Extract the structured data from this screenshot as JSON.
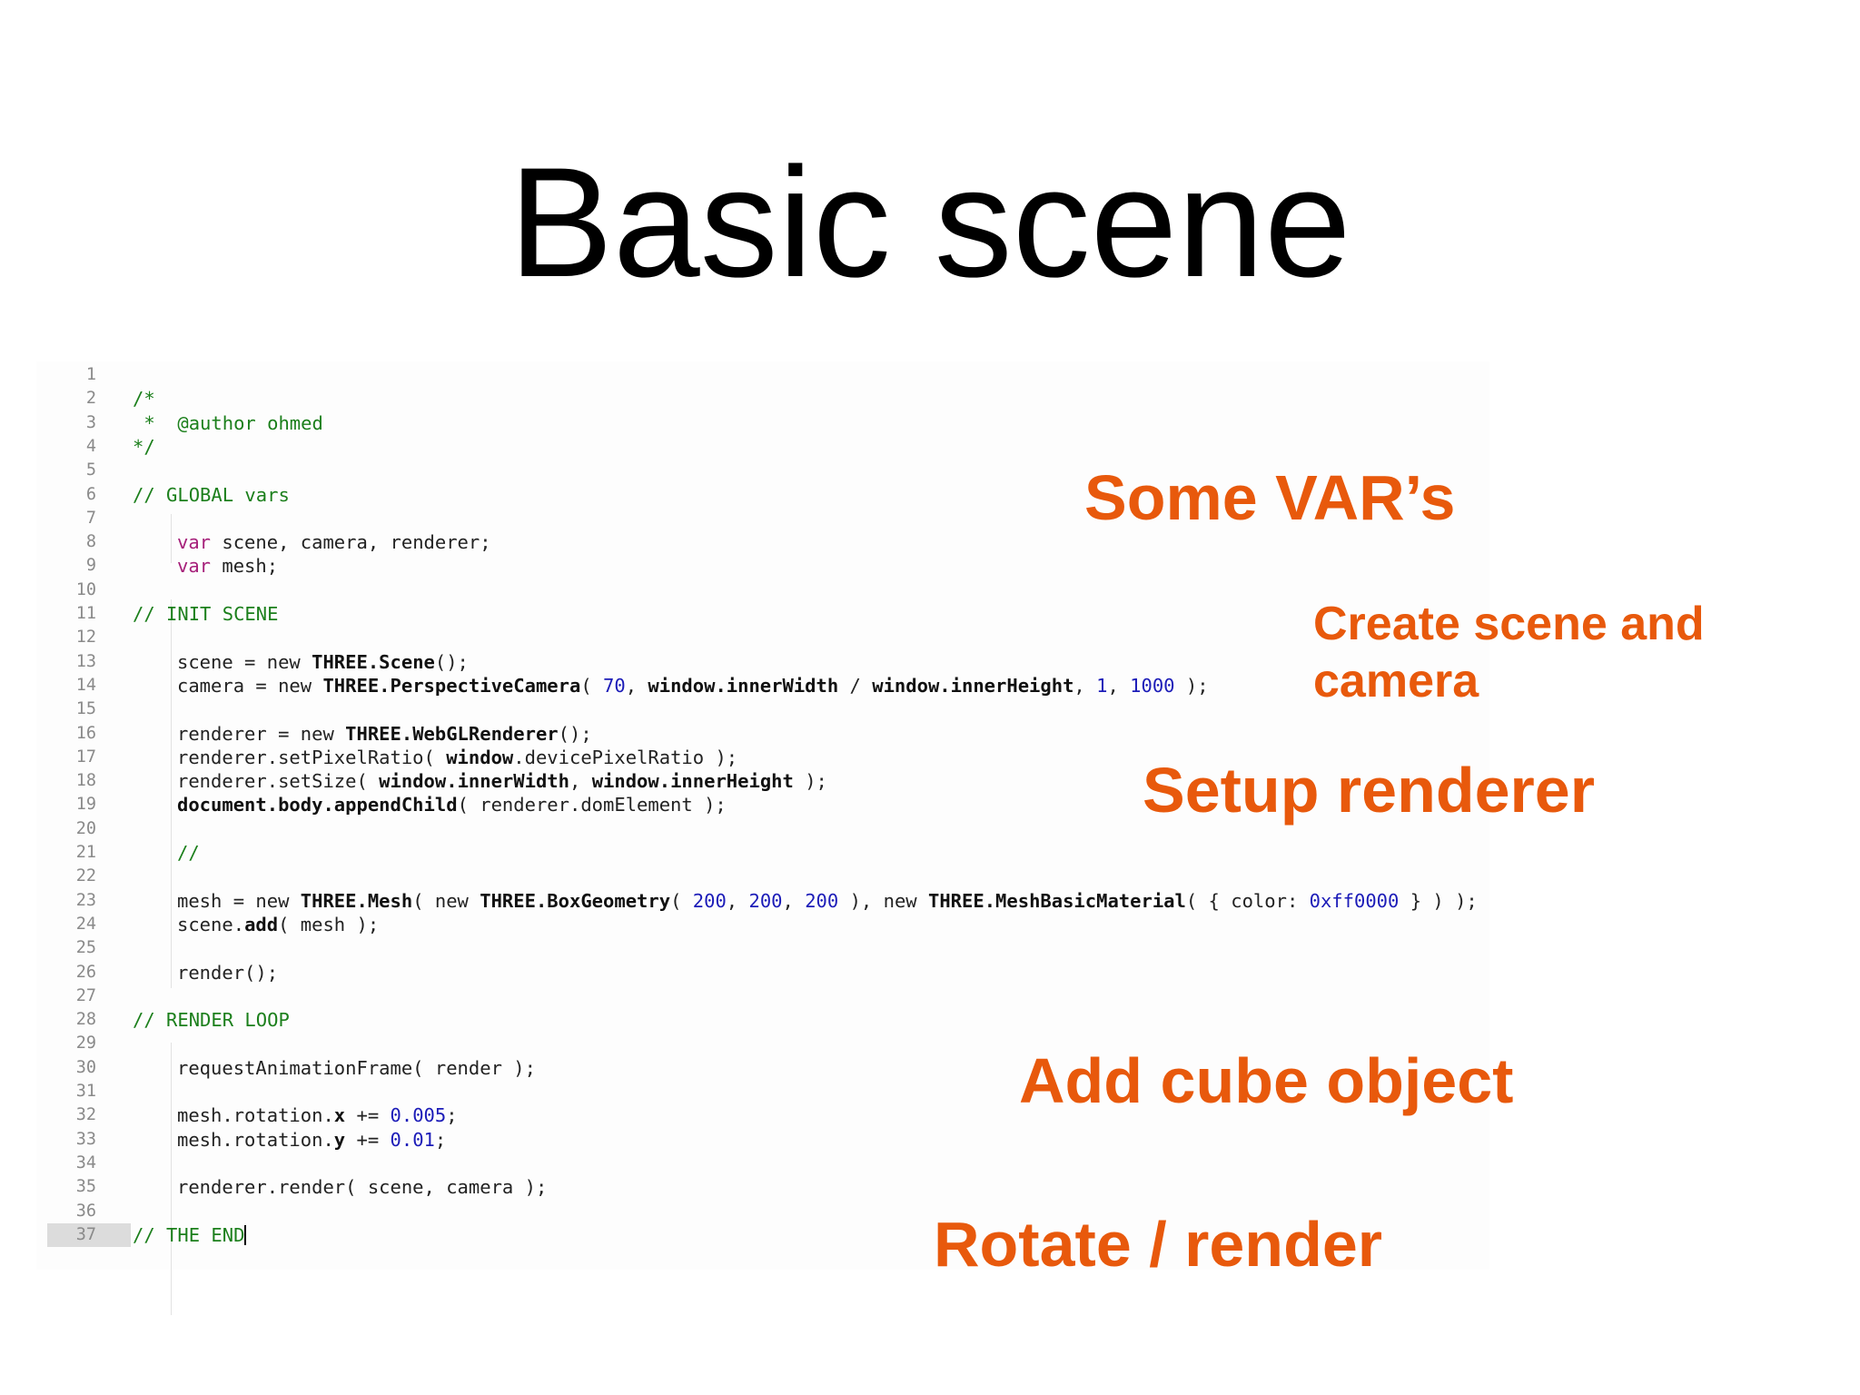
{
  "slide": {
    "title": "Basic scene"
  },
  "code": {
    "lines": [
      {
        "n": "1",
        "indent": 0,
        "tokens": []
      },
      {
        "n": "2",
        "indent": 0,
        "tokens": [
          {
            "t": "/*",
            "c": "c"
          }
        ]
      },
      {
        "n": "3",
        "indent": 0,
        "tokens": [
          {
            "t": " *  @author ohmed",
            "c": "c"
          }
        ]
      },
      {
        "n": "4",
        "indent": 0,
        "tokens": [
          {
            "t": "*/",
            "c": "c"
          }
        ]
      },
      {
        "n": "5",
        "indent": 0,
        "tokens": []
      },
      {
        "n": "6",
        "indent": 0,
        "tokens": [
          {
            "t": "// GLOBAL vars",
            "c": "c"
          }
        ]
      },
      {
        "n": "7",
        "indent": 0,
        "tokens": []
      },
      {
        "n": "8",
        "indent": 1,
        "tokens": [
          {
            "t": "var",
            "c": "k"
          },
          {
            "t": " scene, camera, renderer;",
            "c": ""
          }
        ]
      },
      {
        "n": "9",
        "indent": 1,
        "tokens": [
          {
            "t": "var",
            "c": "k"
          },
          {
            "t": " mesh;",
            "c": ""
          }
        ]
      },
      {
        "n": "10",
        "indent": 0,
        "tokens": []
      },
      {
        "n": "11",
        "indent": 0,
        "tokens": [
          {
            "t": "// INIT SCENE",
            "c": "c"
          }
        ]
      },
      {
        "n": "12",
        "indent": 0,
        "tokens": []
      },
      {
        "n": "13",
        "indent": 1,
        "tokens": [
          {
            "t": "scene = new ",
            "c": ""
          },
          {
            "t": "THREE.Scene",
            "c": "b"
          },
          {
            "t": "();",
            "c": ""
          }
        ]
      },
      {
        "n": "14",
        "indent": 1,
        "tokens": [
          {
            "t": "camera = new ",
            "c": ""
          },
          {
            "t": "THREE.PerspectiveCamera",
            "c": "b"
          },
          {
            "t": "( ",
            "c": ""
          },
          {
            "t": "70",
            "c": "n"
          },
          {
            "t": ", ",
            "c": ""
          },
          {
            "t": "window.innerWidth",
            "c": "b"
          },
          {
            "t": " / ",
            "c": ""
          },
          {
            "t": "window.innerHeight",
            "c": "b"
          },
          {
            "t": ", ",
            "c": ""
          },
          {
            "t": "1",
            "c": "n"
          },
          {
            "t": ", ",
            "c": ""
          },
          {
            "t": "1000",
            "c": "n"
          },
          {
            "t": " );",
            "c": ""
          }
        ]
      },
      {
        "n": "15",
        "indent": 0,
        "tokens": []
      },
      {
        "n": "16",
        "indent": 1,
        "tokens": [
          {
            "t": "renderer = new ",
            "c": ""
          },
          {
            "t": "THREE.WebGLRenderer",
            "c": "b"
          },
          {
            "t": "();",
            "c": ""
          }
        ]
      },
      {
        "n": "17",
        "indent": 1,
        "tokens": [
          {
            "t": "renderer.setPixelRatio( ",
            "c": ""
          },
          {
            "t": "window",
            "c": "b"
          },
          {
            "t": ".devicePixelRatio );",
            "c": ""
          }
        ]
      },
      {
        "n": "18",
        "indent": 1,
        "tokens": [
          {
            "t": "renderer.setSize( ",
            "c": ""
          },
          {
            "t": "window.innerWidth",
            "c": "b"
          },
          {
            "t": ", ",
            "c": ""
          },
          {
            "t": "window.innerHeight",
            "c": "b"
          },
          {
            "t": " );",
            "c": ""
          }
        ]
      },
      {
        "n": "19",
        "indent": 1,
        "tokens": [
          {
            "t": "document.body.appendChild",
            "c": "b"
          },
          {
            "t": "( renderer.domElement );",
            "c": ""
          }
        ]
      },
      {
        "n": "20",
        "indent": 0,
        "tokens": []
      },
      {
        "n": "21",
        "indent": 1,
        "tokens": [
          {
            "t": "//",
            "c": "c"
          }
        ]
      },
      {
        "n": "22",
        "indent": 0,
        "tokens": []
      },
      {
        "n": "23",
        "indent": 1,
        "tokens": [
          {
            "t": "mesh = new ",
            "c": ""
          },
          {
            "t": "THREE.Mesh",
            "c": "b"
          },
          {
            "t": "( new ",
            "c": ""
          },
          {
            "t": "THREE.BoxGeometry",
            "c": "b"
          },
          {
            "t": "( ",
            "c": ""
          },
          {
            "t": "200",
            "c": "n"
          },
          {
            "t": ", ",
            "c": ""
          },
          {
            "t": "200",
            "c": "n"
          },
          {
            "t": ", ",
            "c": ""
          },
          {
            "t": "200",
            "c": "n"
          },
          {
            "t": " ), new ",
            "c": ""
          },
          {
            "t": "THREE.MeshBasicMaterial",
            "c": "b"
          },
          {
            "t": "( { color: ",
            "c": ""
          },
          {
            "t": "0xff0000",
            "c": "n"
          },
          {
            "t": " } ) );",
            "c": ""
          }
        ]
      },
      {
        "n": "24",
        "indent": 1,
        "tokens": [
          {
            "t": "scene.",
            "c": ""
          },
          {
            "t": "add",
            "c": "b"
          },
          {
            "t": "( mesh );",
            "c": ""
          }
        ]
      },
      {
        "n": "25",
        "indent": 0,
        "tokens": []
      },
      {
        "n": "26",
        "indent": 1,
        "tokens": [
          {
            "t": "render();",
            "c": ""
          }
        ]
      },
      {
        "n": "27",
        "indent": 0,
        "tokens": []
      },
      {
        "n": "28",
        "indent": 0,
        "tokens": [
          {
            "t": "// RENDER LOOP",
            "c": "c"
          }
        ]
      },
      {
        "n": "29",
        "indent": 0,
        "tokens": []
      },
      {
        "n": "30",
        "indent": 1,
        "tokens": [
          {
            "t": "requestAnimationFrame( render );",
            "c": ""
          }
        ]
      },
      {
        "n": "31",
        "indent": 0,
        "tokens": []
      },
      {
        "n": "32",
        "indent": 1,
        "tokens": [
          {
            "t": "mesh.rotation.",
            "c": ""
          },
          {
            "t": "x",
            "c": "b"
          },
          {
            "t": " += ",
            "c": ""
          },
          {
            "t": "0.005",
            "c": "n"
          },
          {
            "t": ";",
            "c": ""
          }
        ]
      },
      {
        "n": "33",
        "indent": 1,
        "tokens": [
          {
            "t": "mesh.rotation.",
            "c": ""
          },
          {
            "t": "y",
            "c": "b"
          },
          {
            "t": " += ",
            "c": ""
          },
          {
            "t": "0.01",
            "c": "n"
          },
          {
            "t": ";",
            "c": ""
          }
        ]
      },
      {
        "n": "34",
        "indent": 0,
        "tokens": []
      },
      {
        "n": "35",
        "indent": 1,
        "tokens": [
          {
            "t": "renderer.render( scene, camera );",
            "c": ""
          }
        ]
      },
      {
        "n": "36",
        "indent": 0,
        "tokens": []
      },
      {
        "n": "37",
        "indent": 0,
        "tokens": [
          {
            "t": "// THE END",
            "c": "c"
          }
        ]
      }
    ],
    "active_line": "37"
  },
  "annotations": {
    "vars": "Some VAR’s",
    "scene_line1": "Create scene and",
    "scene_line2": "camera",
    "renderer": "Setup renderer",
    "cube": "Add cube object",
    "rotate": "Rotate / render"
  },
  "colors": {
    "annotation": "#e8590c",
    "comment": "#1b7f1b",
    "keyword": "#a6207a",
    "number": "#1c1cb8"
  }
}
